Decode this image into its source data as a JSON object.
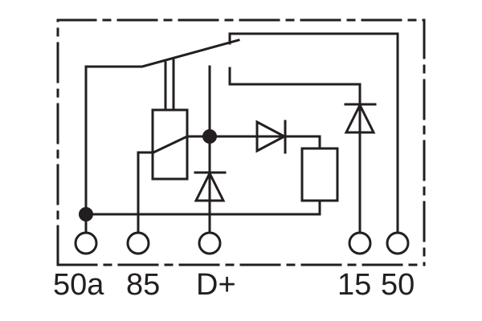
{
  "diagram": {
    "terminals": [
      {
        "id": "50a",
        "label": "50a"
      },
      {
        "id": "85",
        "label": "85"
      },
      {
        "id": "D+",
        "label": "D+"
      },
      {
        "id": "15",
        "label": "15"
      },
      {
        "id": "50",
        "label": "50"
      }
    ],
    "colors": {
      "line": "#231f20",
      "background": "#ffffff"
    }
  }
}
